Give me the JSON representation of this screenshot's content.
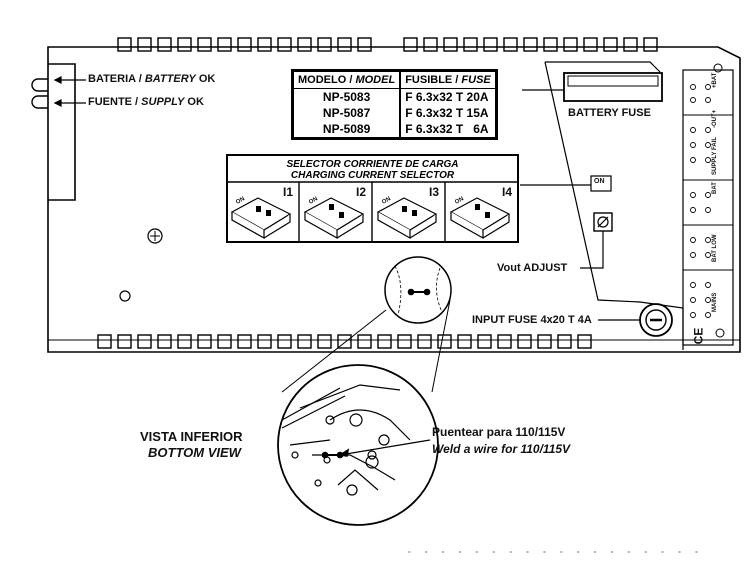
{
  "leds": {
    "battery_ok_prefix": "BATERIA / ",
    "battery_ok_italic": "BATTERY",
    "battery_ok_suffix": " OK",
    "supply_ok_prefix": "FUENTE / ",
    "supply_ok_italic": "SUPPLY",
    "supply_ok_suffix": " OK"
  },
  "fuse_table": {
    "header_model_prefix": "MODELO / ",
    "header_model_italic": "MODEL",
    "header_fuse_prefix": "FUSIBLE / ",
    "header_fuse_italic": "FUSE",
    "rows": [
      {
        "model": "NP-5083",
        "fuse": "F 6.3x32 T 20A"
      },
      {
        "model": "NP-5087",
        "fuse": "F 6.3x32 T 15A"
      },
      {
        "model": "NP-5089",
        "fuse": "F 6.3x32 T   6A"
      }
    ]
  },
  "selector": {
    "title_es": "SELECTOR CORRIENTE DE CARGA",
    "title_en": "CHARGING CURRENT SELECTOR",
    "positions": [
      "I1",
      "I2",
      "I3",
      "I4"
    ],
    "switch_text": "ON"
  },
  "battery_fuse_label": "BATTERY FUSE",
  "vout_label": "Vout ADJUST",
  "input_fuse_label": "INPUT FUSE 4x20 T 4A",
  "terminal_labels": [
    "+BAT",
    "-OUT+",
    "SUPPLY FAIL",
    "BAT",
    "BAT LOW",
    "MAINS"
  ],
  "ce_mark": "CE",
  "bottom_view": {
    "title_es": "VISTA INFERIOR",
    "title_en": "BOTTOM VIEW",
    "note_es": "Puentear para 110/115V",
    "note_en": "Weld a wire for 110/115V"
  },
  "footer_text": "- - - - - - - - - - - - - - - - - -"
}
